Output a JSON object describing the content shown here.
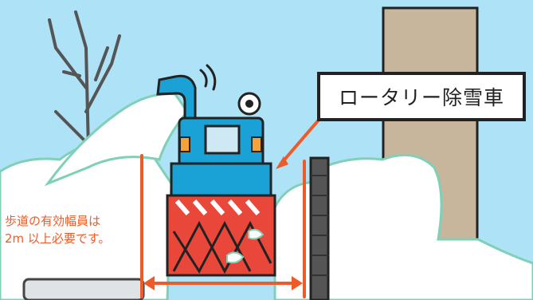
{
  "callout": {
    "label": "ロータリー除雪車"
  },
  "note": {
    "line1": "歩道の有効幅員は",
    "line2": "2m 以上必要です。"
  },
  "colors": {
    "sky": "#aee2f7",
    "snow": "#ffffff",
    "snow_outline": "#7fd0b6",
    "machine_blue": "#1aa1d6",
    "warning_red": "#e8473a",
    "width_arrow": "#f05a28",
    "pole": "#c8b69c",
    "outline": "#222222"
  }
}
